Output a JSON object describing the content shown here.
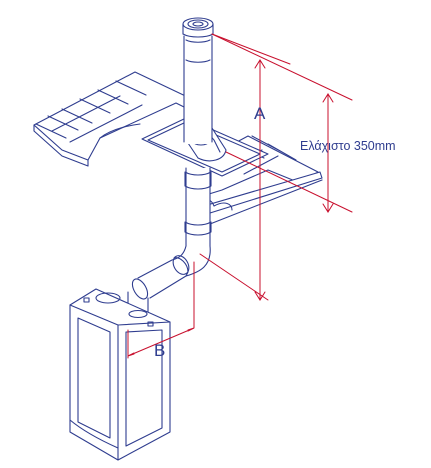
{
  "labels": {
    "dimension_a": "A",
    "dimension_b": "B",
    "minimum_clearance": "Ελάχιστο 350mm"
  },
  "colors": {
    "line_art": "#2f3d8f",
    "dimension_lines": "#c8102e",
    "background": "#ffffff"
  }
}
